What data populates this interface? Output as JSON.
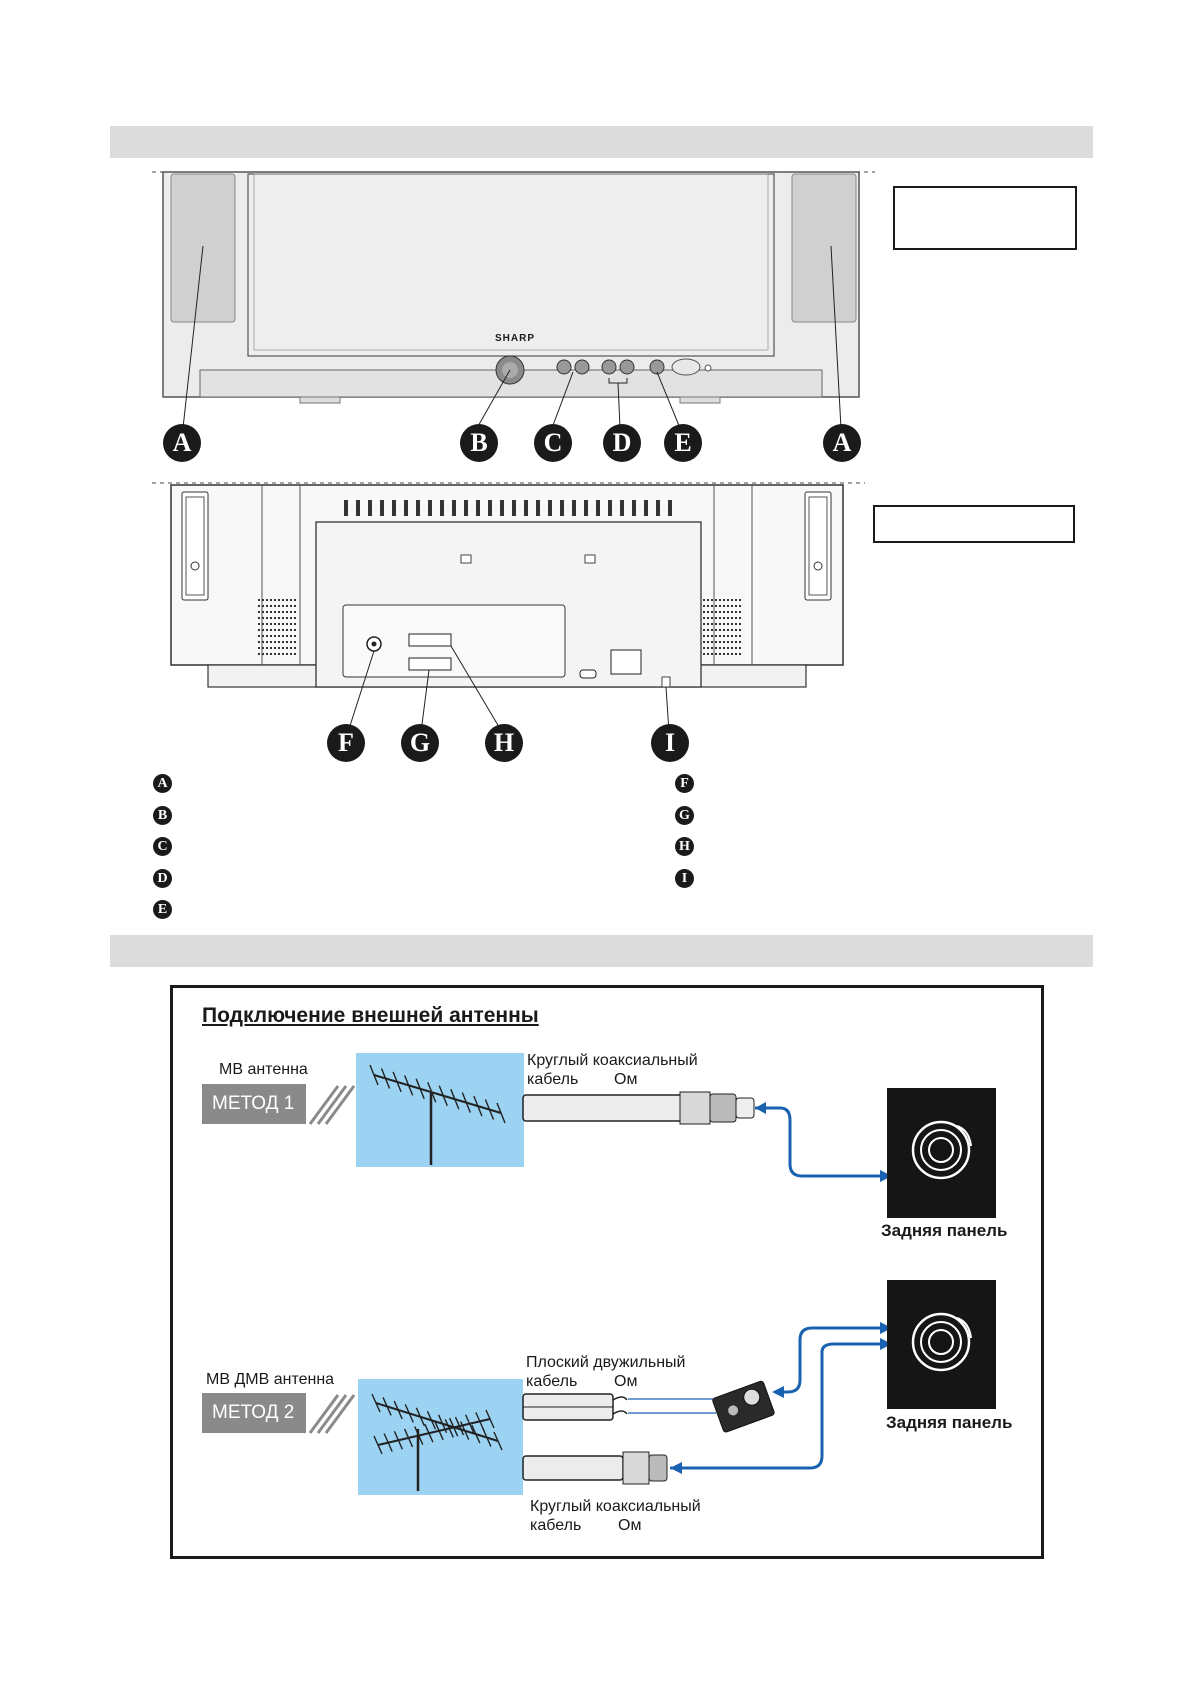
{
  "tv_brand": "SHARP",
  "callouts": {
    "front": [
      "A",
      "B",
      "C",
      "D",
      "E",
      "A"
    ],
    "rear": [
      "F",
      "G",
      "H",
      "I"
    ]
  },
  "legend_left": [
    "A",
    "B",
    "C",
    "D",
    "E"
  ],
  "legend_right": [
    "F",
    "G",
    "H",
    "I"
  ],
  "antenna_panel": {
    "title": "Подключение внешней антенны",
    "method1": {
      "antenna_label": "МВ антенна",
      "badge": "МЕТОД 1",
      "cable_line1": "Круглый коаксиальный",
      "cable_line2": "кабель",
      "cable_unit": "Ом",
      "rear_panel_label": "Задняя панель"
    },
    "method2": {
      "antenna_label": "МВ ДМВ антенна",
      "badge": "МЕТОД 2",
      "flat_cable_line1": "Плоский двужильный",
      "flat_cable_line2": "кабель",
      "flat_cable_unit": "Ом",
      "coax_line1": "Круглый коаксиальный",
      "coax_line2": "кабель",
      "coax_unit": "Ом",
      "rear_panel_label": "Задняя панель"
    }
  },
  "colors": {
    "header_bar": "#dcdcdc",
    "antenna_bg": "#9cd3f2",
    "arrow_blue": "#1a62b0",
    "badge_gray": "#8a8a8a",
    "panel_dark": "#151515"
  }
}
